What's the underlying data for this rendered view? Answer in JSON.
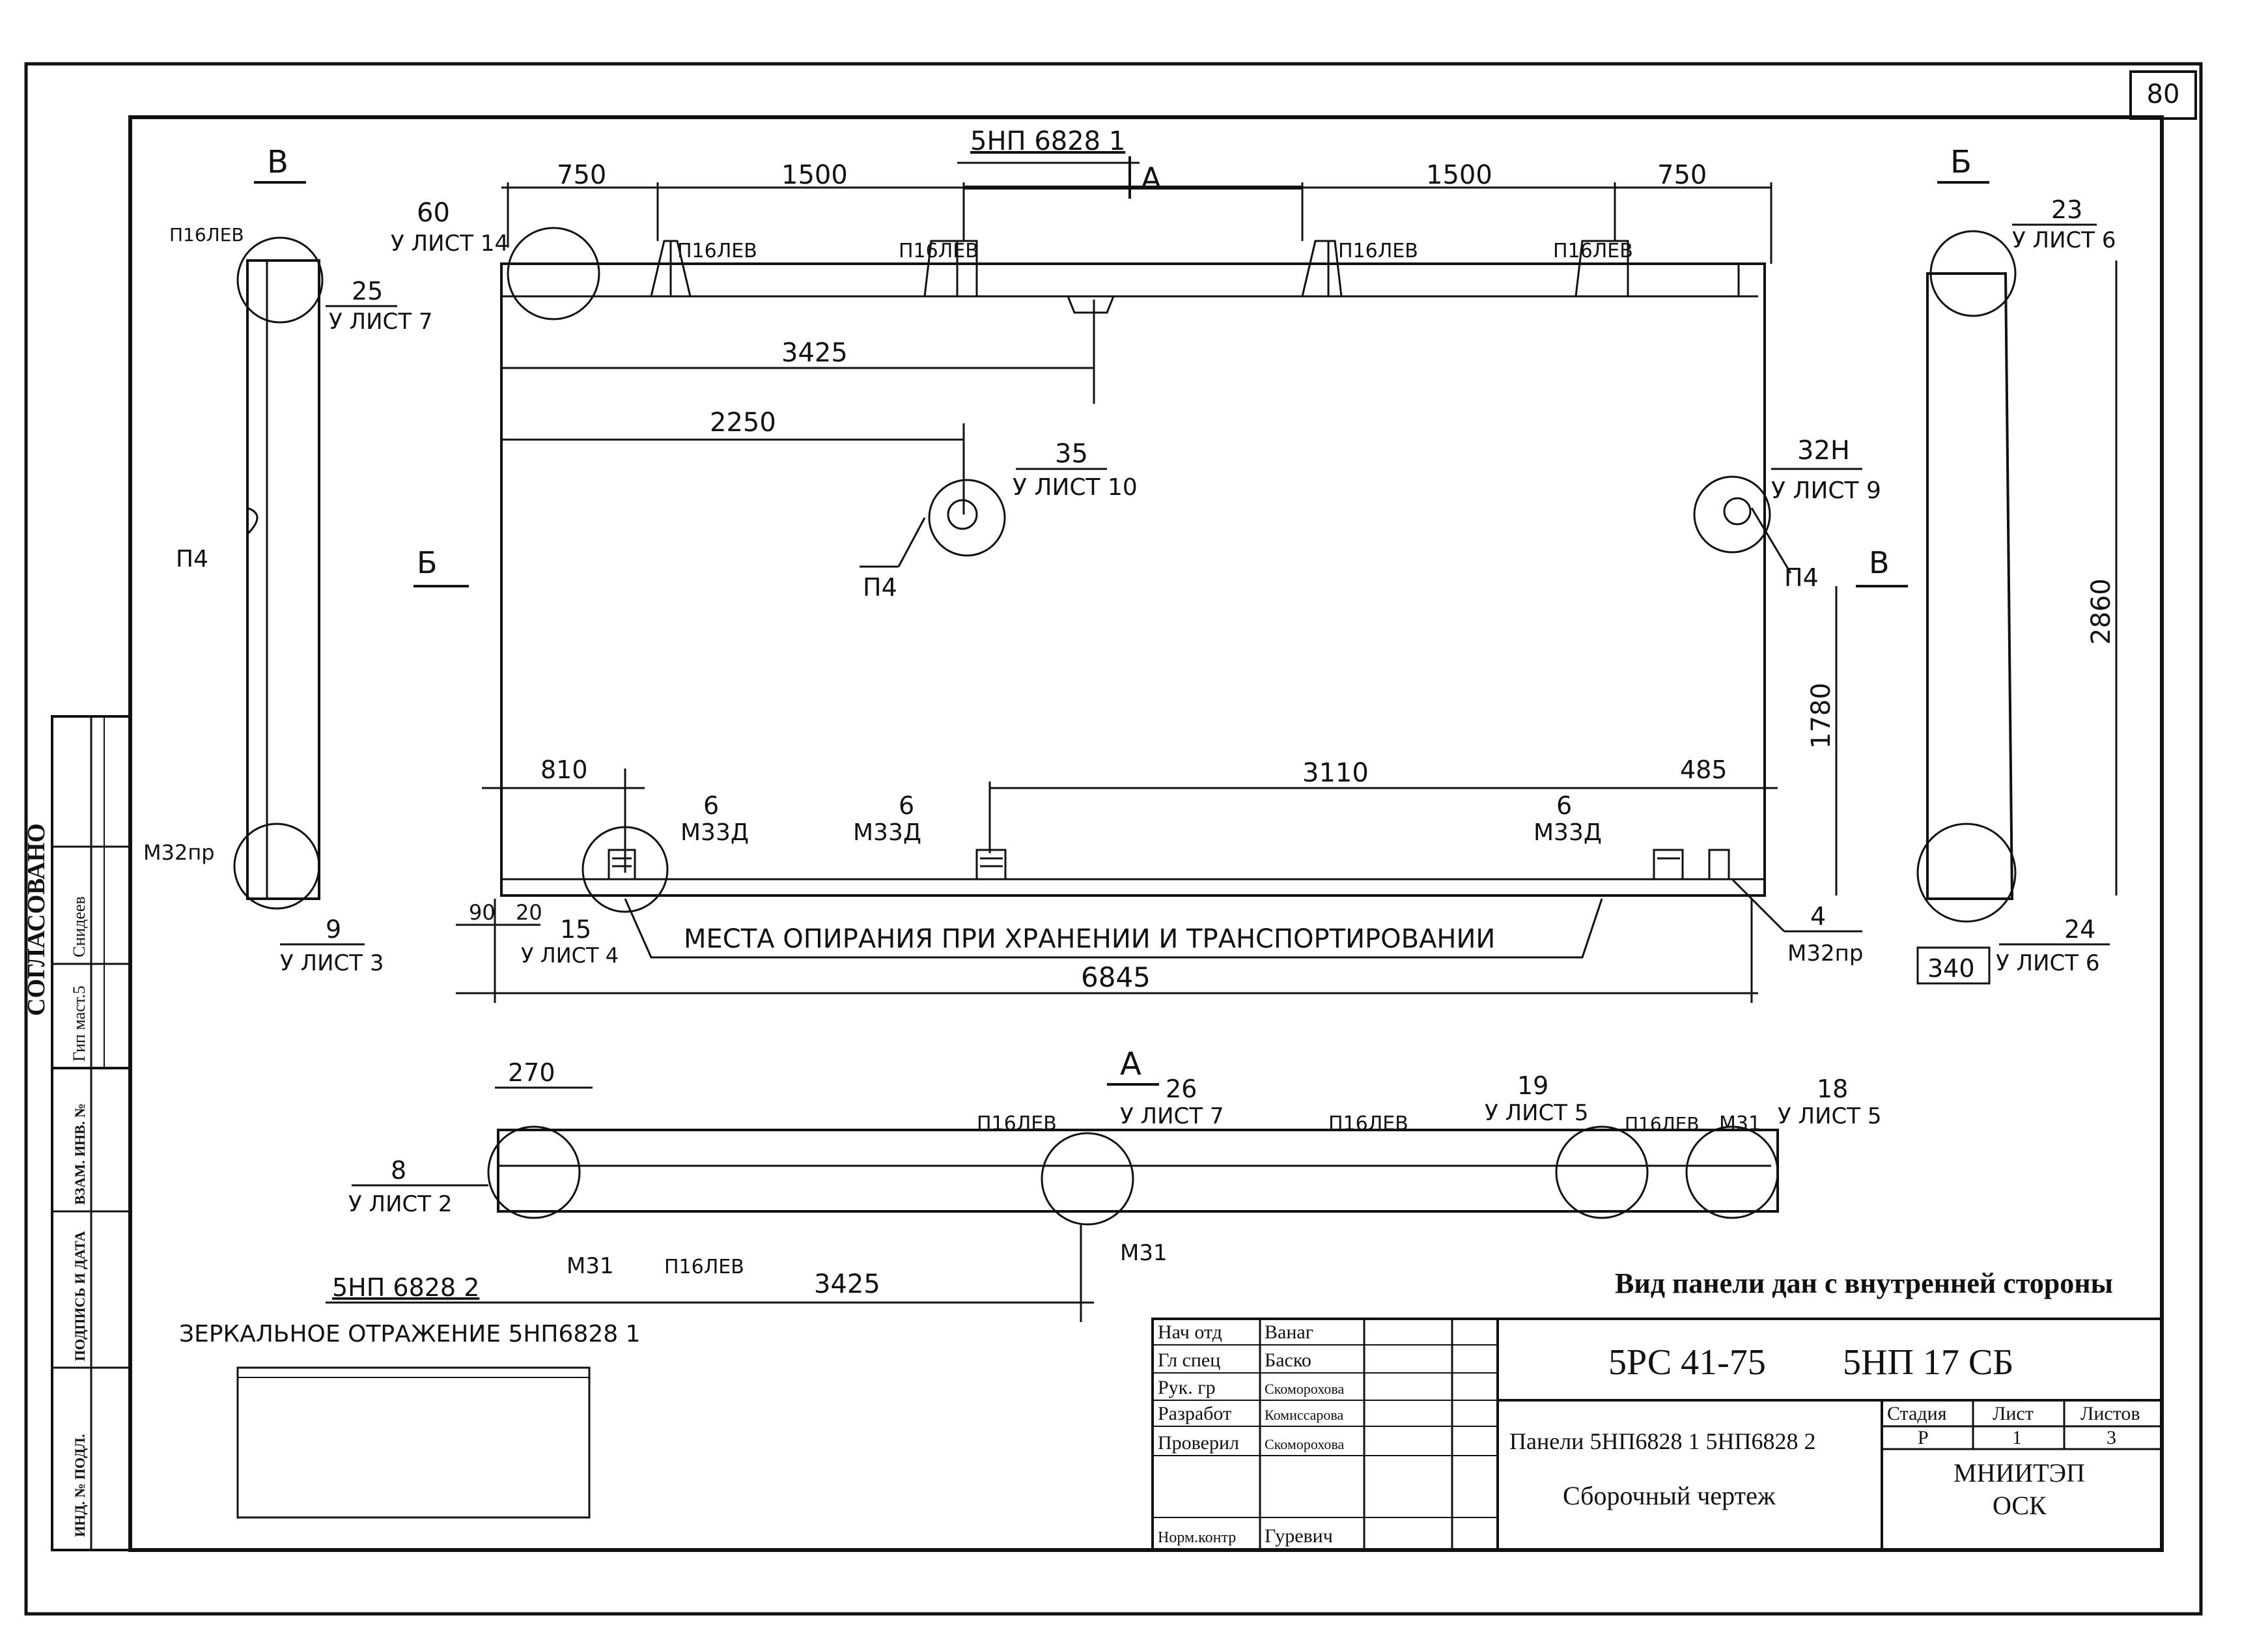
{
  "sheet": {
    "number": "80"
  },
  "views": {
    "main_mark": "5НП 6828 1",
    "mirror_mark": "5НП 6828 2",
    "mirror_caption": "ЗЕРКАЛЬНОЕ ОТРАЖЕНИЕ 5НП6828 1",
    "section_a": "А",
    "section_b": "Б",
    "section_v": "В"
  },
  "dimensions": {
    "d750_left": "750",
    "d1500_left": "1500",
    "d1500_right": "1500",
    "d750_right": "750",
    "d3425": "3425",
    "d2250": "2250",
    "d810": "810",
    "d3110": "3110",
    "d485": "485",
    "d6845": "6845",
    "d1780": "1780",
    "d2860": "2860",
    "d340": "340",
    "d270": "270",
    "d3425_bottom": "3425",
    "d90": "90",
    "d20": "20"
  },
  "callouts": {
    "c60": {
      "num": "60",
      "ref": "У ЛИСТ 14"
    },
    "c25": {
      "num": "25",
      "ref": "У ЛИСТ 7"
    },
    "c35": {
      "num": "35",
      "ref": "У ЛИСТ 10"
    },
    "c32n": {
      "num": "32Н",
      "ref": "У ЛИСТ 9"
    },
    "c23": {
      "num": "23",
      "ref": "У ЛИСТ 6"
    },
    "c24": {
      "num": "24",
      "ref": "У ЛИСТ 6"
    },
    "c9": {
      "num": "9",
      "ref": "У ЛИСТ 3"
    },
    "c15": {
      "num": "15",
      "ref": "У ЛИСТ 4"
    },
    "c4": {
      "num": "4",
      "ref": "М32пр"
    },
    "c8": {
      "num": "8",
      "ref": "У ЛИСТ 2"
    },
    "c26": {
      "num": "26",
      "ref": "У ЛИСТ 7"
    },
    "c19": {
      "num": "19",
      "ref": "У ЛИСТ 5"
    },
    "c18": {
      "num": "18",
      "ref": "У ЛИСТ 5"
    }
  },
  "marks": {
    "p16lev": "П16ЛЕВ",
    "p4": "П4",
    "m32pr": "М32пр",
    "m33d": "М33Д",
    "m31": "М31",
    "m31b": "М31",
    "six": "6"
  },
  "support_note": "МЕСТА ОПИРАНИЯ ПРИ ХРАНЕНИИ И ТРАНСПОРТИРОВАНИИ",
  "view_note": "Вид панели дан с внутренней стороны",
  "approval": {
    "title": "СОГЛАСОВАНО",
    "role": "Гип маст.5",
    "name": "Снидеев"
  },
  "side_stamp": [
    "ИНД. № ПОДЛ.",
    "ПОДПИСЬ И ДАТА",
    "ВЗАМ. ИНВ. №"
  ],
  "title_block": {
    "code": "5РС 41-75",
    "doc": "5НП 17 СБ",
    "product": "Панели 5НП6828 1 5НП6828 2",
    "drawing_type": "Сборочный чертеж",
    "org_1": "МНИИТЭП",
    "org_2": "ОСК",
    "stage_label": "Стадия",
    "stage_val": "Р",
    "sheet_label": "Лист",
    "sheet_val": "1",
    "sheets_label": "Листов",
    "sheets_val": "3",
    "roles": [
      {
        "role": "Нач отд",
        "name": "Ванаг"
      },
      {
        "role": "Гл спец",
        "name": "Баско"
      },
      {
        "role": "Рук. гр",
        "name": "Скоморохова"
      },
      {
        "role": "Разработ",
        "name": "Комиссарова"
      },
      {
        "role": "Проверил",
        "name": "Скоморохова"
      },
      {
        "role": "",
        "name": ""
      },
      {
        "role": "Норм.контр",
        "name": "Гуревич"
      }
    ]
  }
}
